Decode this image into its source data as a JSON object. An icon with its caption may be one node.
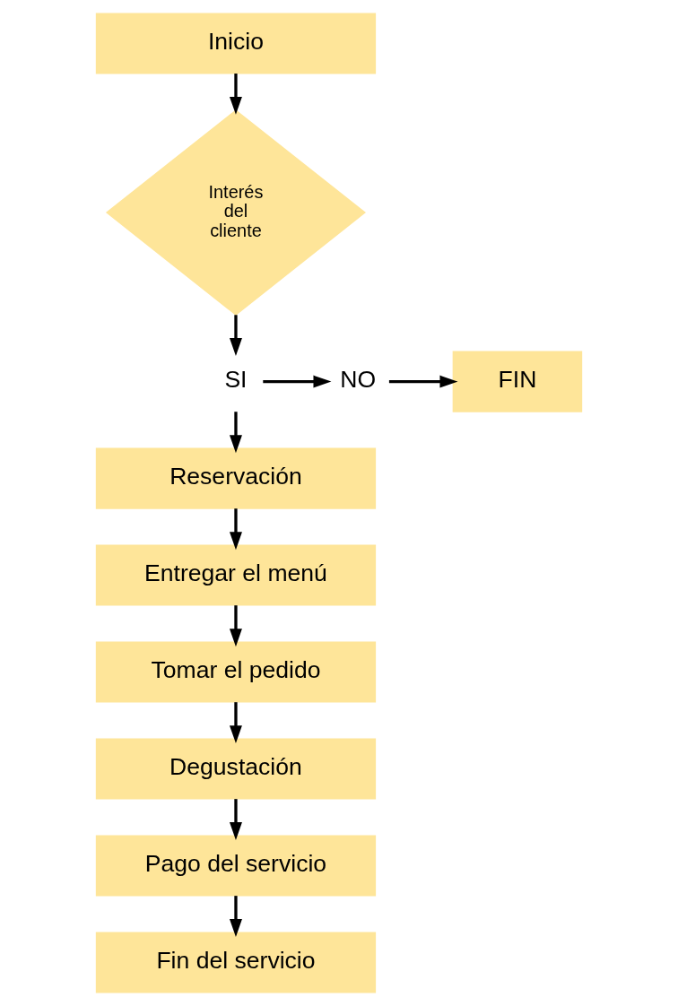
{
  "diagram": {
    "nodes": [
      {
        "text": [
          "Inicio"
        ]
      },
      {
        "text": [
          "Interés del cliente"
        ]
      },
      {
        "text": [
          "SI"
        ]
      },
      {
        "text": [
          "NO"
        ]
      },
      {
        "text": [
          "FIN"
        ]
      },
      {
        "text": [
          "Reservación"
        ]
      },
      {
        "text": [
          "Entregar el menú"
        ]
      },
      {
        "text": [
          "Tomar el pedido"
        ]
      },
      {
        "text": [
          "Degustación"
        ]
      },
      {
        "text": [
          "Pago del servicio"
        ]
      },
      {
        "text": [
          "Fin del servicio"
        ]
      }
    ],
    "edges": [
      {
        "from": 0,
        "to": 1,
        "arrow": "to"
      },
      {
        "from": 1,
        "to": 2,
        "arrow": "to"
      },
      {
        "from": 2,
        "to": 3,
        "arrow": "to"
      },
      {
        "from": 3,
        "to": 4,
        "arrow": "to"
      },
      {
        "from": 2,
        "to": 5,
        "arrow": "to"
      },
      {
        "from": 5,
        "to": 6,
        "arrow": "to"
      },
      {
        "from": 6,
        "to": 7,
        "arrow": "to"
      },
      {
        "from": 7,
        "to": 8,
        "arrow": "to"
      },
      {
        "from": 8,
        "to": 9,
        "arrow": "to"
      },
      {
        "from": 9,
        "to": 10,
        "arrow": "to"
      }
    ]
  }
}
